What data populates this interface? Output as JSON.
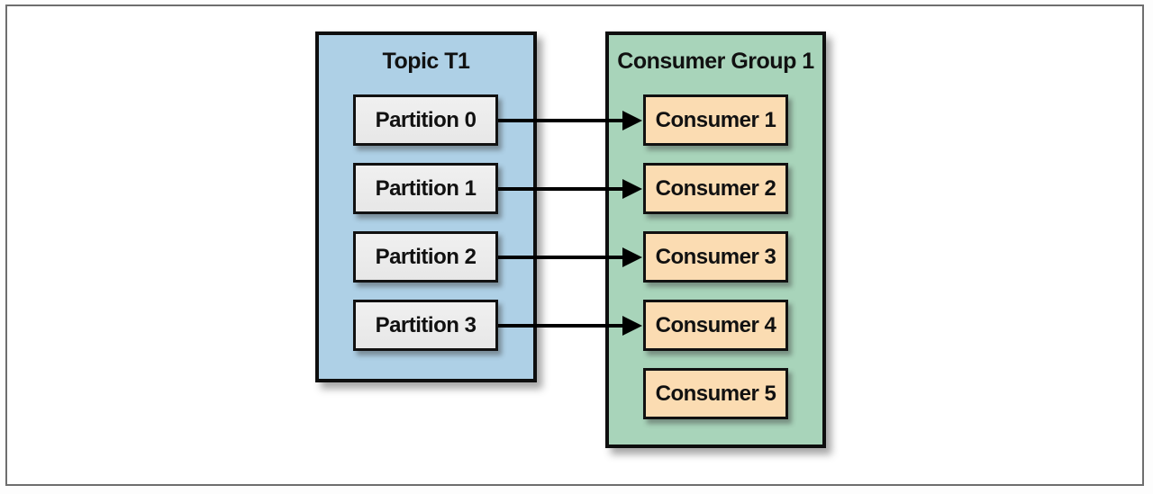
{
  "diagram": {
    "topic": {
      "title": "Topic T1",
      "partitions": [
        "Partition 0",
        "Partition 1",
        "Partition 2",
        "Partition 3"
      ]
    },
    "consumer_group": {
      "title": "Consumer Group 1",
      "consumers": [
        "Consumer 1",
        "Consumer 2",
        "Consumer 3",
        "Consumer 4",
        "Consumer 5"
      ]
    },
    "connections": [
      {
        "from": "Partition 0",
        "to": "Consumer 1"
      },
      {
        "from": "Partition 1",
        "to": "Consumer 2"
      },
      {
        "from": "Partition 2",
        "to": "Consumer 3"
      },
      {
        "from": "Partition 3",
        "to": "Consumer 4"
      }
    ],
    "colors": {
      "topic_fill": "#aed0e6",
      "consumer_group_fill": "#a8d4ba",
      "partition_fill": "#e9e9e9",
      "consumer_fill": "#fbdcb2",
      "box_border": "#111111",
      "frame_border": "#6e6e6e",
      "arrow": "#000000",
      "background": "#ffffff"
    }
  }
}
